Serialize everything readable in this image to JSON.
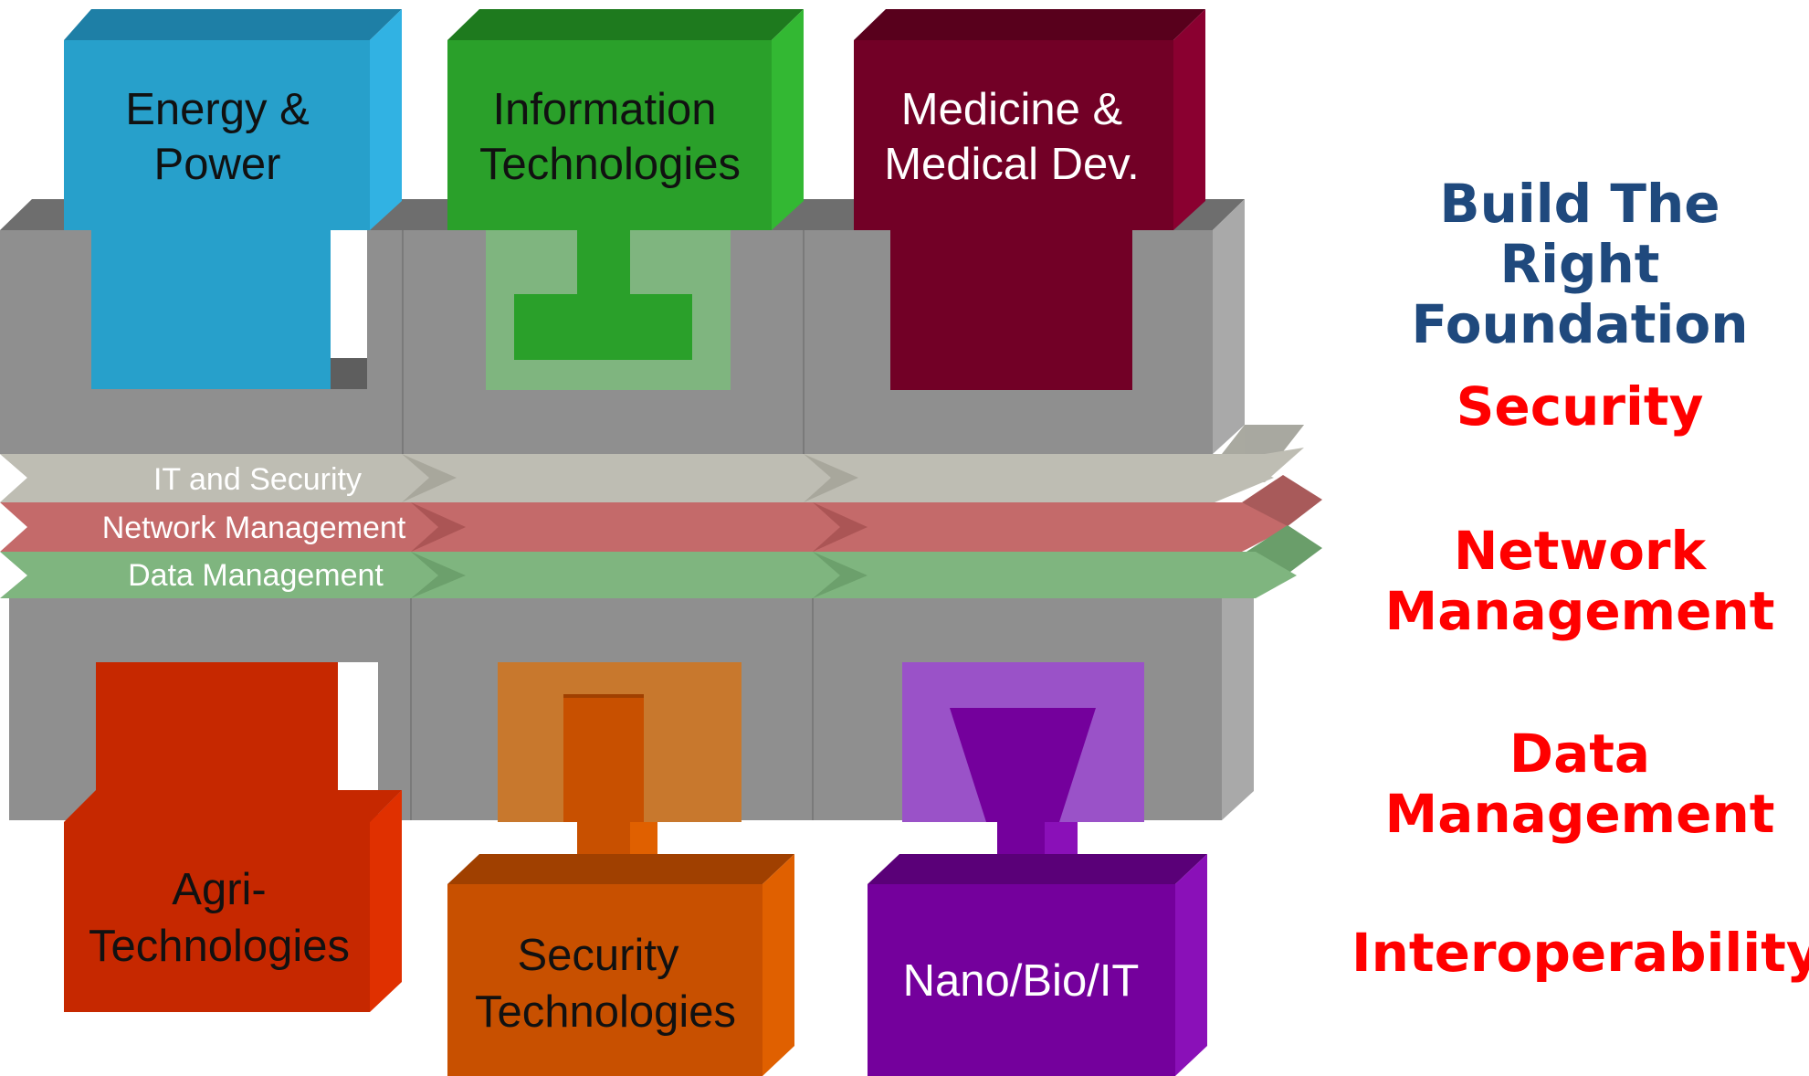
{
  "blocks": {
    "energy": {
      "line1": "Energy &",
      "line2": "Power",
      "color": "#27A0CB"
    },
    "info": {
      "line1": "Information",
      "line2": "Technologies",
      "color": "#2AA02A"
    },
    "medicine": {
      "line1": "Medicine &",
      "line2": "Medical Dev.",
      "color": "#720026"
    },
    "agri": {
      "line1": "Agri-",
      "line2": "Technologies",
      "color": "#C62800"
    },
    "security_tech": {
      "line1": "Security",
      "line2": "Technologies",
      "color": "#C85000"
    },
    "nano": {
      "line1": "Nano/Bio/IT",
      "color": "#74009C"
    }
  },
  "bands": {
    "it_security": {
      "label": "IT and  Security",
      "color": "#BEBDB3"
    },
    "network": {
      "label": "Network Management",
      "color": "#C46A6A"
    },
    "data": {
      "label": "Data Management",
      "color": "#7FB57F"
    }
  },
  "headings": {
    "foundation": {
      "line1": "Build The Right",
      "line2": "Foundation",
      "color": "#1F497D"
    },
    "security": {
      "line1": "Security",
      "color": "#FF0000"
    },
    "network": {
      "line1": "Network",
      "line2": "Management",
      "color": "#FF0000"
    },
    "data": {
      "line1": "Data",
      "line2": "Management",
      "color": "#FF0000"
    },
    "interop": {
      "line1": "Interoperability",
      "color": "#FF0000"
    }
  }
}
